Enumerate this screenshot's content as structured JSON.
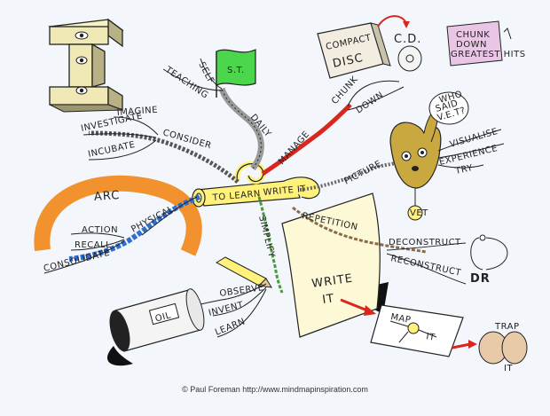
{
  "center": {
    "label": "TO LEARN",
    "write": "WRITE IT"
  },
  "branches": {
    "arc": {
      "label": "ARC",
      "physical": "PHYSICAL",
      "items": [
        "ACTION",
        "RECALL",
        "CONSOLIDATE"
      ]
    },
    "consider": {
      "label": "CONSIDER",
      "items": [
        "IMAGINE",
        "INVESTIGATE",
        "INCUBATE"
      ]
    },
    "daily": {
      "label": "DAILY",
      "items": [
        "SELF",
        "TEACHING"
      ],
      "flag": "S.T."
    },
    "manage": {
      "label": "MANAGE",
      "chunk": "CHUNK",
      "down": "DOWN"
    },
    "cd": {
      "case_line1": "COMPACT",
      "case_line2": "DISC",
      "label": "C.D.",
      "chunk_line1": "CHUNK",
      "chunk_line2": "DOWN",
      "chunk_line3": "GREATEST HITS"
    },
    "picture": {
      "label": "PICTURE",
      "speech_line1": "WHO",
      "speech_line2": "SAID",
      "speech_line3": "V.E.T?",
      "items": [
        "VISUALISE",
        "EXPERIENCE",
        "TRY"
      ],
      "tag": "VET"
    },
    "repetition": {
      "label": "REPETITION",
      "items": [
        "DECONSTRUCT",
        "RECONSTRUCT"
      ],
      "dr": "DR"
    },
    "simplify": {
      "label": "SIMPLIFY"
    },
    "oil": {
      "label": "OIL",
      "items": [
        "OBSERVE",
        "INVENT",
        "LEARN"
      ]
    },
    "paper": {
      "line1": "WRITE",
      "line2": "IT"
    },
    "mapit": {
      "line1": "MAP",
      "line2": "IT"
    },
    "trap": {
      "line1": "TRAP",
      "line2": "IT"
    }
  },
  "credit": "© Paul Foreman http://www.mindmapinspiration.com",
  "colors": {
    "background": "#f3f7fb",
    "arc": "#f2922e",
    "blue_branch": "#2f6fd0",
    "yellow": "#fff27a",
    "red": "#d9271f",
    "green_flag": "#4cd64c",
    "brain": "#e8c9a8",
    "dr": "#2a73d8"
  }
}
